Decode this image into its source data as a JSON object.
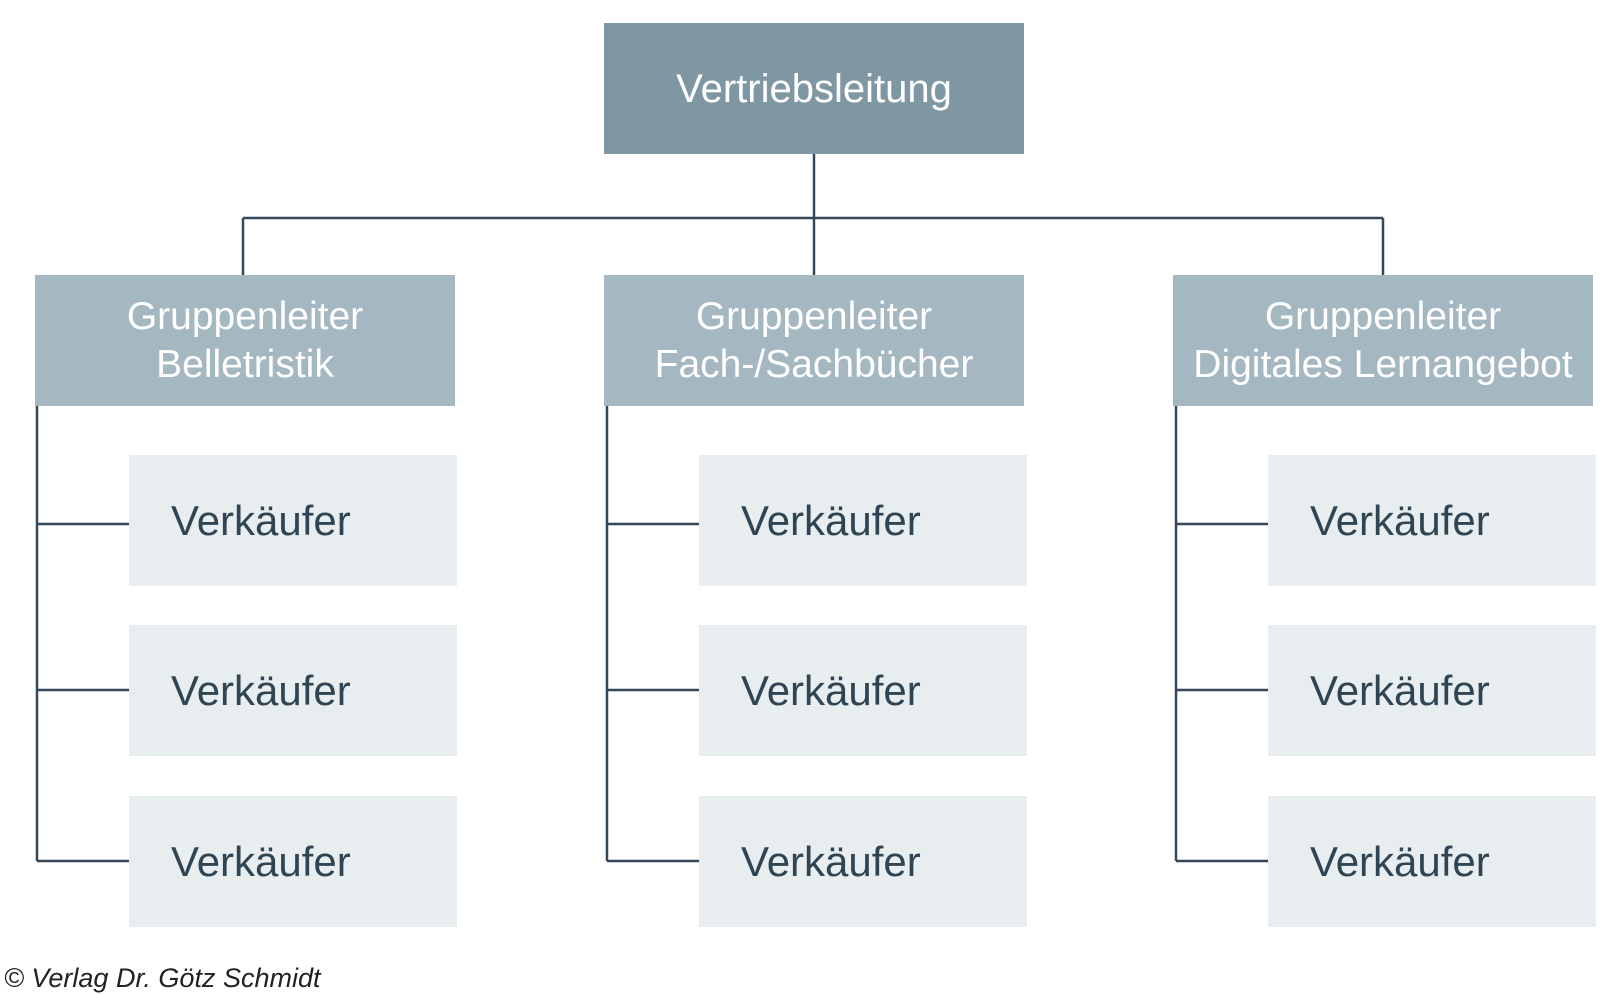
{
  "root": {
    "label": "Vertriebsleitung"
  },
  "groups": [
    {
      "line1": "Gruppenleiter",
      "line2": "Belletristik",
      "sellers": [
        "Verkäufer",
        "Verkäufer",
        "Verkäufer"
      ]
    },
    {
      "line1": "Gruppenleiter",
      "line2": "Fach-/Sachbücher",
      "sellers": [
        "Verkäufer",
        "Verkäufer",
        "Verkäufer"
      ]
    },
    {
      "line1": "Gruppenleiter",
      "line2": "Digitales Lernangebot",
      "sellers": [
        "Verkäufer",
        "Verkäufer",
        "Verkäufer"
      ]
    }
  ],
  "footer": {
    "copyright": "© Verlag Dr. Götz Schmidt"
  },
  "colors": {
    "root_fill": "#7f97a3",
    "group_fill": "#a5b7c1",
    "seller_fill": "#e8edf0",
    "connector": "#34485a",
    "seller_text": "#2f4553"
  }
}
